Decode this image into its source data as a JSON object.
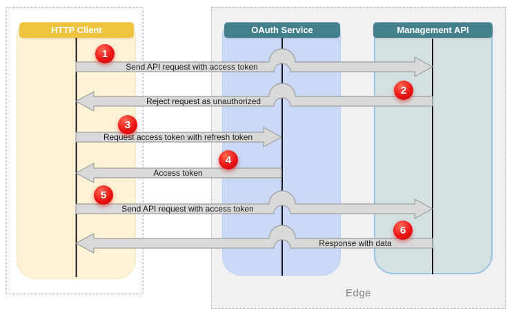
{
  "zones": {
    "edge": {
      "label": "Edge"
    }
  },
  "actors": [
    {
      "id": "http-client",
      "label": "HTTP Client",
      "header_color": "#eec33d",
      "band_color": "#fdf2d5"
    },
    {
      "id": "oauth-service",
      "label": "OAuth Service",
      "header_color": "#45808d",
      "band_color": "#c9d9f6"
    },
    {
      "id": "management-api",
      "label": "Management API",
      "header_color": "#45808d",
      "band_color": "#d3e1e2"
    }
  ],
  "messages": [
    {
      "step": "1",
      "label": "Send API request with access token",
      "from": "HTTP Client",
      "to": "Management API"
    },
    {
      "step": "2",
      "label": "Reject request as unauthorized",
      "from": "Management API",
      "to": "HTTP Client"
    },
    {
      "step": "3",
      "label": "Request access token with refresh token",
      "from": "HTTP Client",
      "to": "OAuth Service"
    },
    {
      "step": "4",
      "label": "Access token",
      "from": "OAuth Service",
      "to": "HTTP Client"
    },
    {
      "step": "5",
      "label": "Send API request with access token",
      "from": "HTTP Client",
      "to": "Management API"
    },
    {
      "step": "6",
      "label": "Response with data",
      "from": "Management API",
      "to": "HTTP Client"
    }
  ],
  "colors": {
    "arrow_fill": "#d9d9d9",
    "arrow_border": "#9e9e9e",
    "step_marker_red": "#e01010",
    "edge_zone_bg": "#f0f1f2",
    "lifeline": "#000000"
  }
}
